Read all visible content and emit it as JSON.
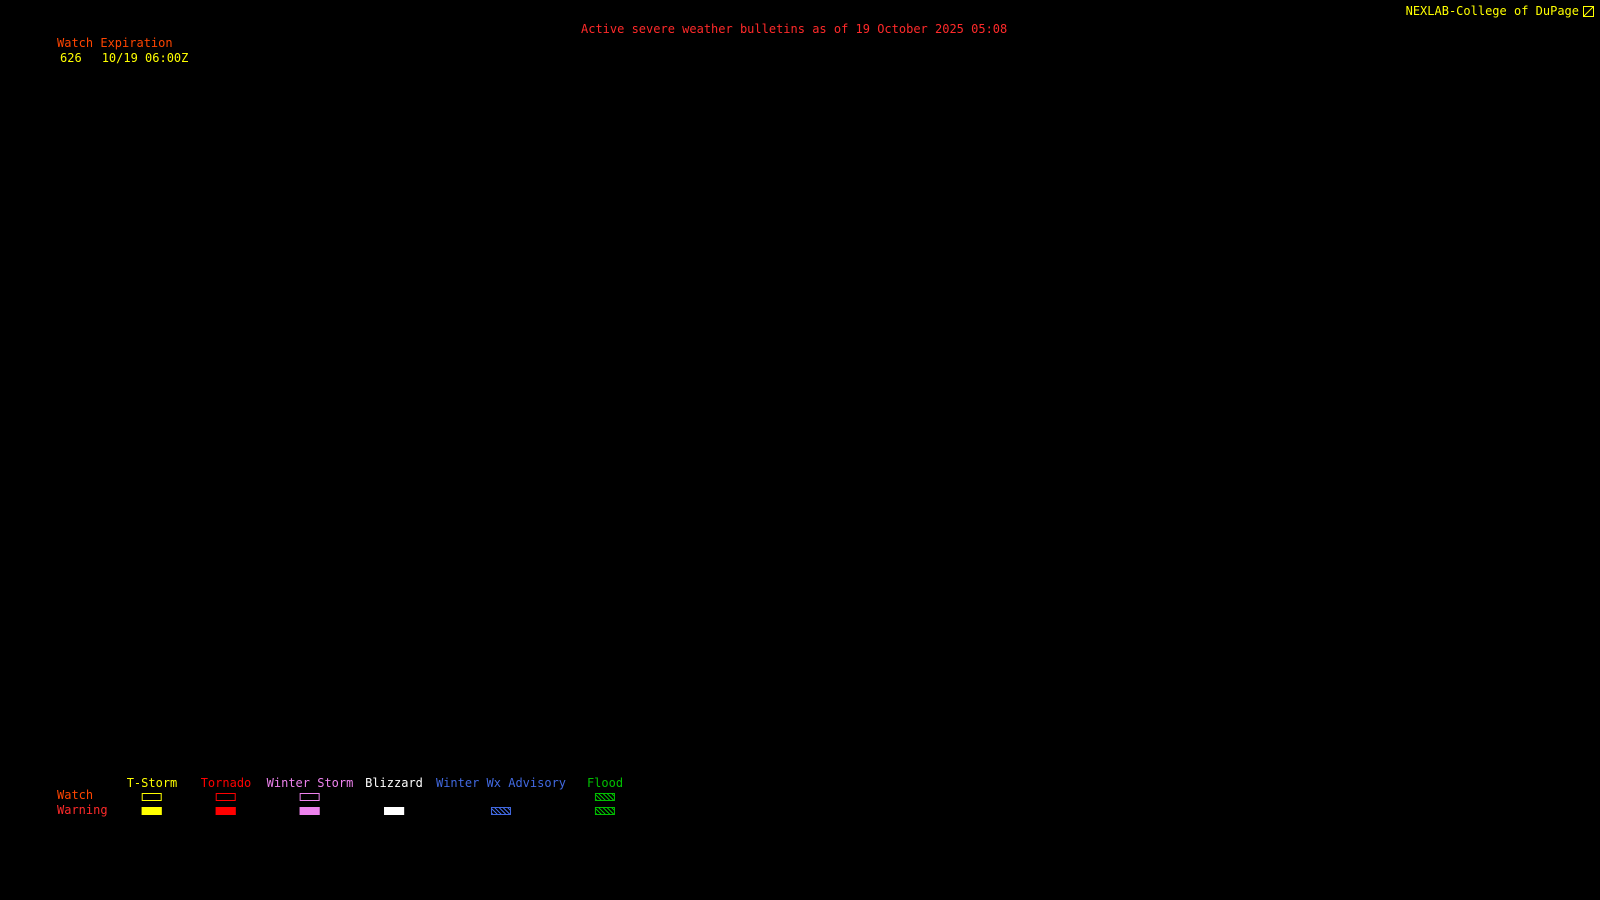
{
  "page": {
    "background_color": "#000000"
  },
  "header": {
    "brand": "NEXLAB-College of DuPage",
    "brand_color": "#ffff00",
    "logo_icon": "nexlab-logo-icon",
    "bulletin_title": "Active severe weather bulletins as of 19 October 2025 05:08",
    "title_color": "#ff2a2a"
  },
  "watch_expiration": {
    "label": "Watch Expiration",
    "label_color": "#ff4500",
    "entry_color": "#ffff00",
    "entries": [
      {
        "watch_number": "626",
        "expires": "10/19 06:00Z"
      }
    ]
  },
  "legend": {
    "watch_label": "Watch",
    "watch_label_color": "#ff4500",
    "warning_label": "Warning",
    "warning_label_color": "#ff2a2a",
    "columns": [
      {
        "label": "T-Storm",
        "color": "#ffff00",
        "watch_style": "outline",
        "warning_style": "fill"
      },
      {
        "label": "Tornado",
        "color": "#ff0000",
        "watch_style": "outline",
        "warning_style": "fill"
      },
      {
        "label": "Winter Storm",
        "color": "#ee82ee",
        "watch_style": "outline",
        "warning_style": "fill"
      },
      {
        "label": "Blizzard",
        "color": "#ffffff",
        "watch_style": "none",
        "warning_style": "fill"
      },
      {
        "label": "Winter Wx Advisory",
        "color": "#4169e1",
        "watch_style": "none",
        "warning_style": "hatch"
      },
      {
        "label": "Flood",
        "color": "#00c000",
        "watch_style": "hatch",
        "warning_style": "hatch"
      }
    ]
  }
}
